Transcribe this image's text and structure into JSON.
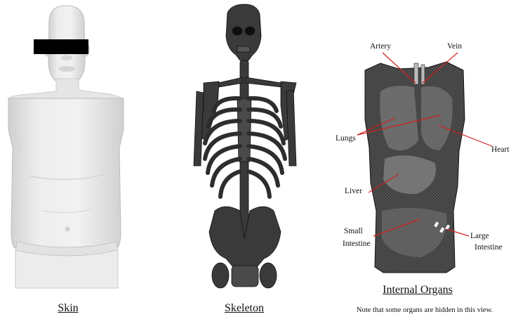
{
  "panels": {
    "skin": {
      "caption": "Skin"
    },
    "skeleton": {
      "caption": "Skeleton"
    },
    "organs": {
      "caption": "Internal Organs",
      "note": "Note that some organs are hidden in this view.",
      "labels": {
        "artery": "Artery",
        "vein": "Vein",
        "lungs": "Lungs",
        "heart": "Heart",
        "liver": "Liver",
        "small_intestine_1": "Small",
        "small_intestine_2": "Intestine",
        "large_intestine_1": "Large",
        "large_intestine_2": "Intestine"
      },
      "leader_color": "#d21f1f"
    }
  },
  "colors": {
    "skin_fill": "#e9e9e9",
    "skin_shadow": "#c9c9c9",
    "bone": "#3a3a3a",
    "organ": "#4a4a4a",
    "censor_bar": "#000000"
  }
}
